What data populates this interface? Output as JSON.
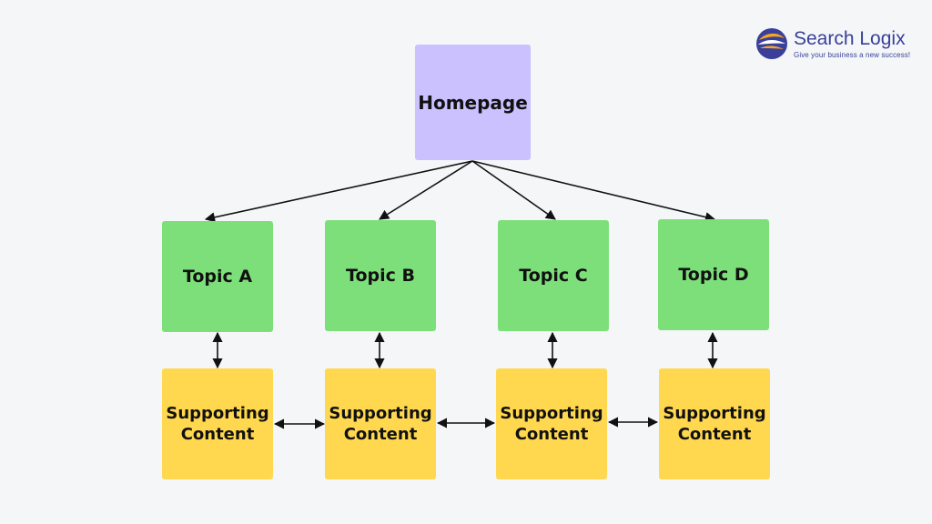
{
  "logo": {
    "name": "Search Logix",
    "tagline": "Give your business a new success!"
  },
  "nodes": {
    "homepage": "Homepage",
    "topics": [
      "Topic A",
      "Topic B",
      "Topic C",
      "Topic D"
    ],
    "supporting": [
      "Supporting Content",
      "Supporting Content",
      "Supporting Content",
      "Supporting Content"
    ]
  },
  "colors": {
    "homepage": "#cbc1ff",
    "topic": "#7ddf7a",
    "supporting": "#ffd84f",
    "background": "#f4f6f8"
  }
}
